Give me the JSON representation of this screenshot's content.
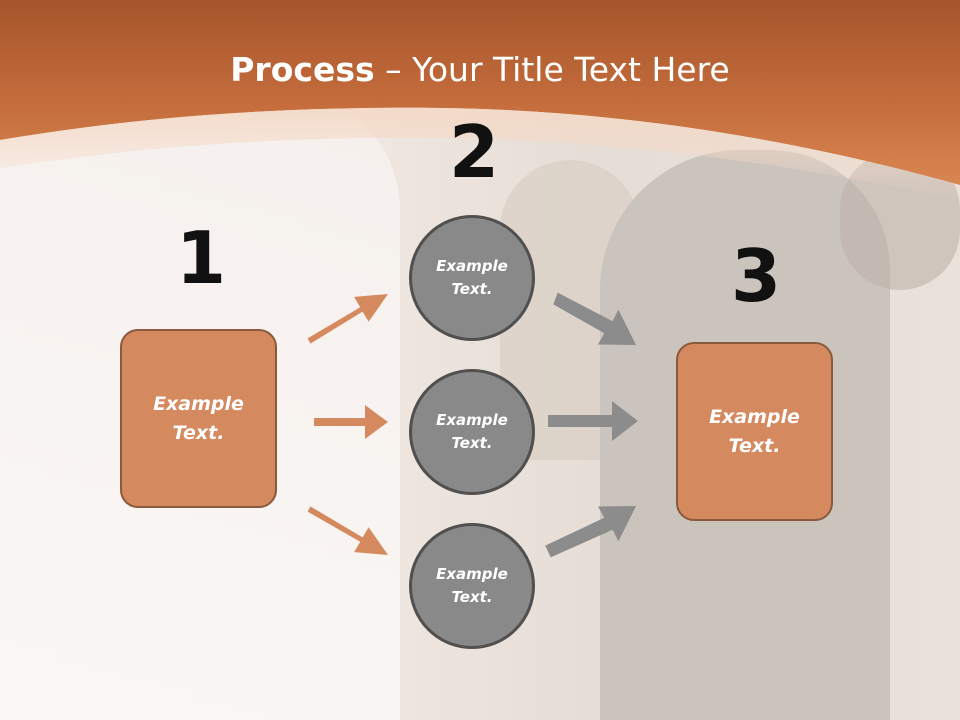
{
  "slide": {
    "title_bold": "Process",
    "title_rest": " – Your Title Text Here",
    "step_numbers": [
      "1",
      "2",
      "3"
    ],
    "left_box": {
      "text_line1": "Example",
      "text_line2": "Text."
    },
    "circles": [
      {
        "text_line1": "Example",
        "text_line2": "Text."
      },
      {
        "text_line1": "Example",
        "text_line2": "Text."
      },
      {
        "text_line1": "Example",
        "text_line2": "Text."
      }
    ],
    "right_box": {
      "text_line1": "Example",
      "text_line2": "Text."
    }
  },
  "colors": {
    "header_orange": "#c9703f",
    "box_fill": "#d4895f",
    "circle_fill": "#898989",
    "arrow_orange": "#d4895f",
    "arrow_gray": "#8c8c8c"
  }
}
